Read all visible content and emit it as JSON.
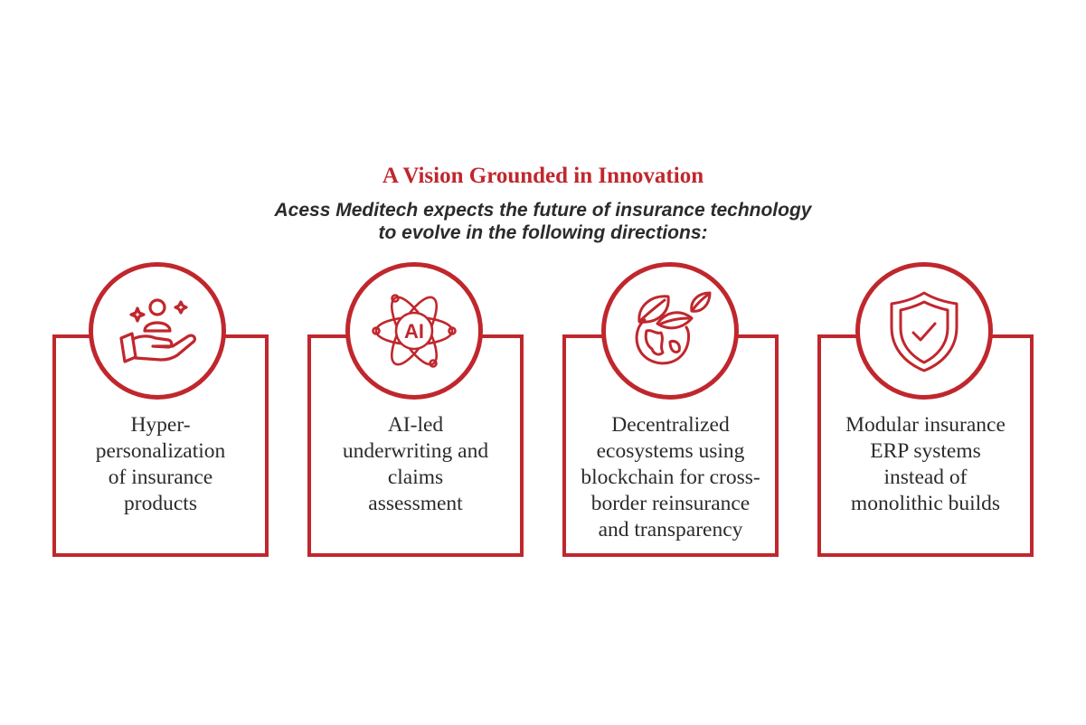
{
  "title": "A Vision Grounded in Innovation",
  "subtitle": [
    "Acess Meditech expects the future of insurance technology",
    "to evolve in the following directions:"
  ],
  "accent_color": "#c0272d",
  "cards": [
    {
      "icon": "hand-person-icon",
      "lines": [
        "Hyper-",
        "personalization",
        "of insurance",
        "products"
      ]
    },
    {
      "icon": "ai-atom-icon",
      "icon_text": "AI",
      "lines": [
        "AI-led",
        "underwriting and",
        "claims",
        "assessment"
      ]
    },
    {
      "icon": "globe-leaves-icon",
      "lines": [
        "Decentralized",
        "ecosystems using",
        "blockchain for cross-",
        "border reinsurance",
        "and transparency"
      ]
    },
    {
      "icon": "shield-check-icon",
      "lines": [
        "Modular insurance",
        "ERP systems",
        "instead of",
        "monolithic builds"
      ]
    }
  ]
}
